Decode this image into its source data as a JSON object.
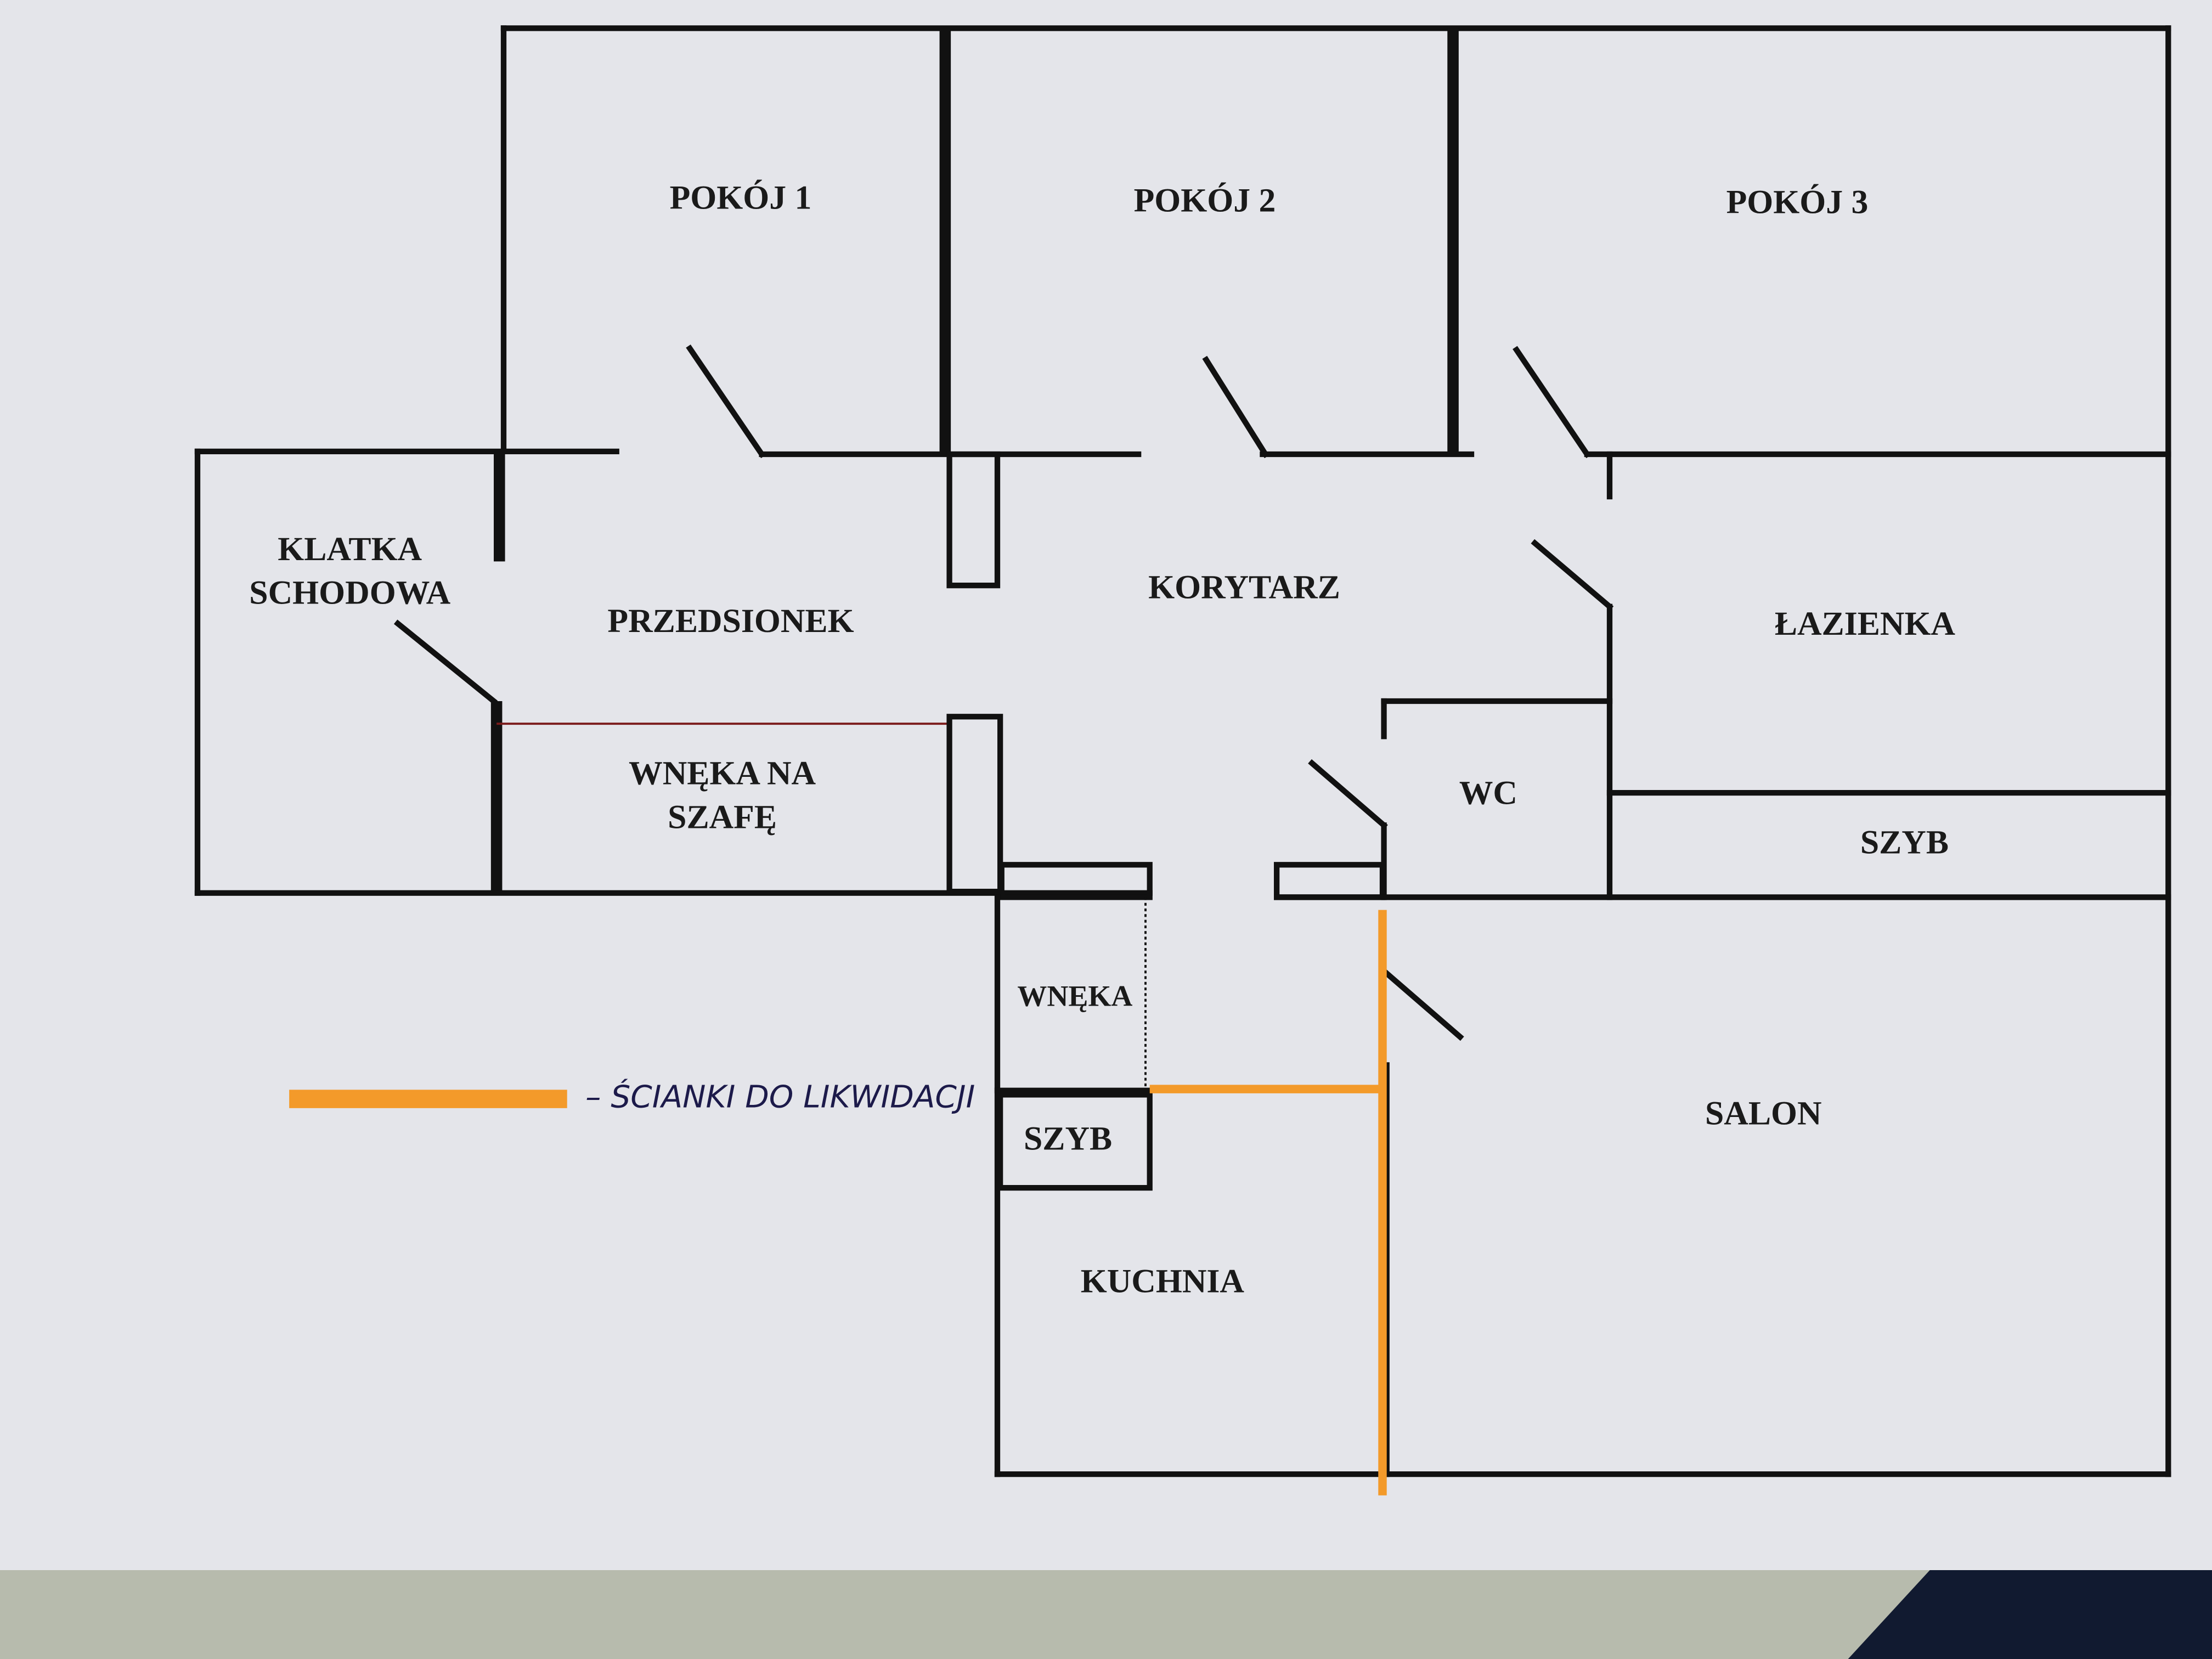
{
  "rooms": {
    "pokoj1": "POKÓJ 1",
    "pokoj2": "POKÓJ 2",
    "pokoj3": "POKÓJ 3",
    "klatka1": "KLATKA",
    "klatka2": "SCHODOWA",
    "przedsionek": "PRZEDSIONEK",
    "korytarz": "KORYTARZ",
    "lazienka": "ŁAZIENKA",
    "wneka_szafe1": "WNĘKA NA",
    "wneka_szafe2": "SZAFĘ",
    "wc": "WC",
    "szyb_right": "SZYB",
    "wneka": "WNĘKA",
    "szyb_left": "SZYB",
    "salon": "SALON",
    "kuchnia": "KUCHNIA"
  },
  "legend": {
    "text": "– ŚCIANKI DO LIKWIDACJI"
  },
  "colors": {
    "walls": "#111111",
    "walls_to_remove": "#f39a2a",
    "paper": "#e4e5ea"
  }
}
